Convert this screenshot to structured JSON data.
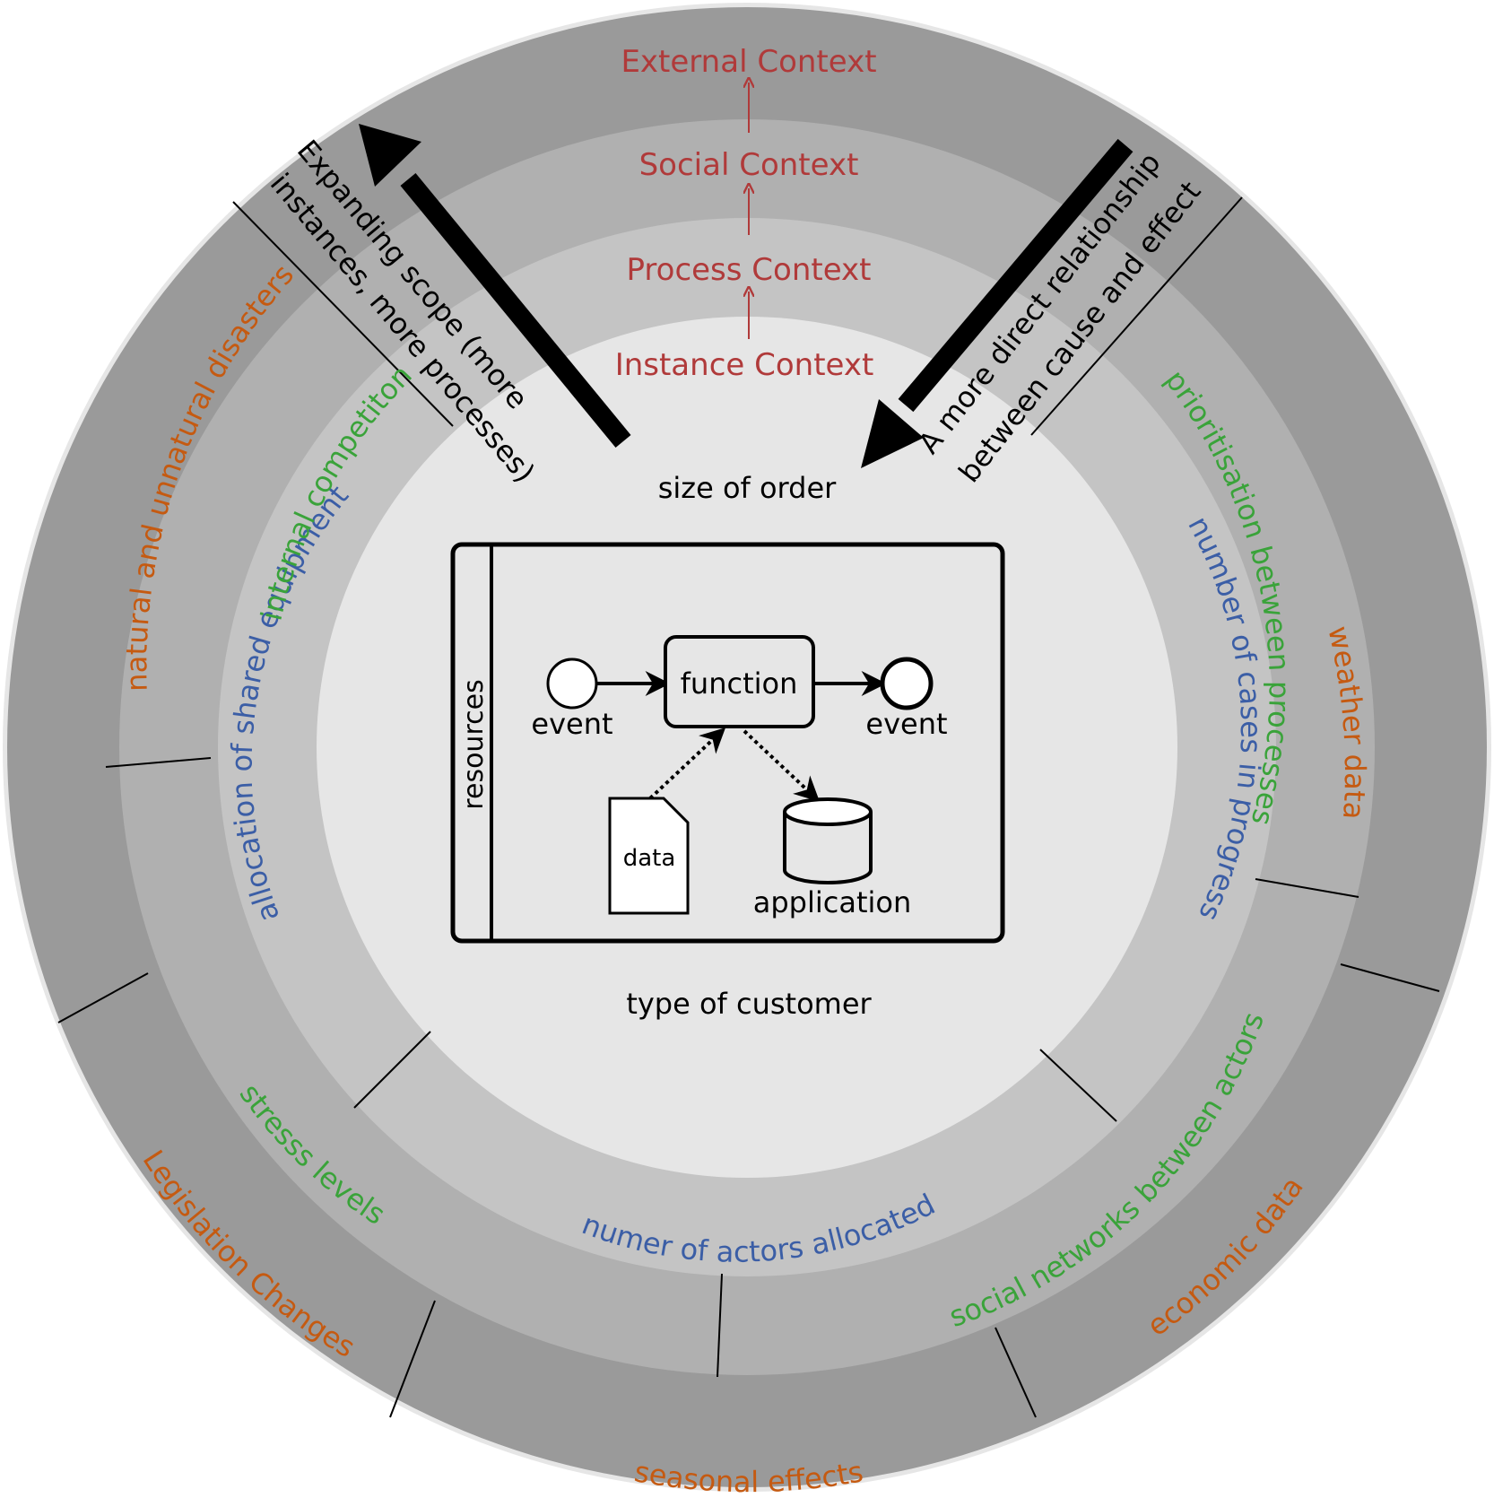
{
  "colors": {
    "outer_ring": "#9a9a9a",
    "social_ring": "#b0b0b0",
    "process_ring": "#c4c4c4",
    "instance_core": "#e6e6e6",
    "context_label": "#b03a3a",
    "external_item": "#c55a11",
    "social_item": "#3aa33a",
    "process_item": "#3b5ea6",
    "black": "#000000"
  },
  "contexts": {
    "external": "External Context",
    "social": "Social Context",
    "process": "Process Context",
    "instance": "Instance Context"
  },
  "arrows": {
    "left": [
      "Expanding scope (more",
      "instances, more processes)"
    ],
    "right": [
      "A more direct relationship",
      "between cause and effect"
    ]
  },
  "instance_items": {
    "top": "size of order",
    "bottom": "type of customer"
  },
  "process_items": {
    "left": "allocation of shared equipment",
    "right": "number of cases in progress",
    "bottom": "numer of actors allocated"
  },
  "social_items": {
    "left": "internal competiton",
    "right": "prioritisation between processes",
    "bottom_left": "stresss levels",
    "bottom_right": "social networks between actors"
  },
  "external_items": {
    "left": "natural and unnatural disasters",
    "right": "weather data",
    "bottom_left": "Legislation Changes",
    "bottom": "seasonal effects",
    "bottom_right": "economic data"
  },
  "process_model": {
    "lane": "resources",
    "start_event": "event",
    "function": "function",
    "end_event": "event",
    "data": "data",
    "application": "application"
  }
}
